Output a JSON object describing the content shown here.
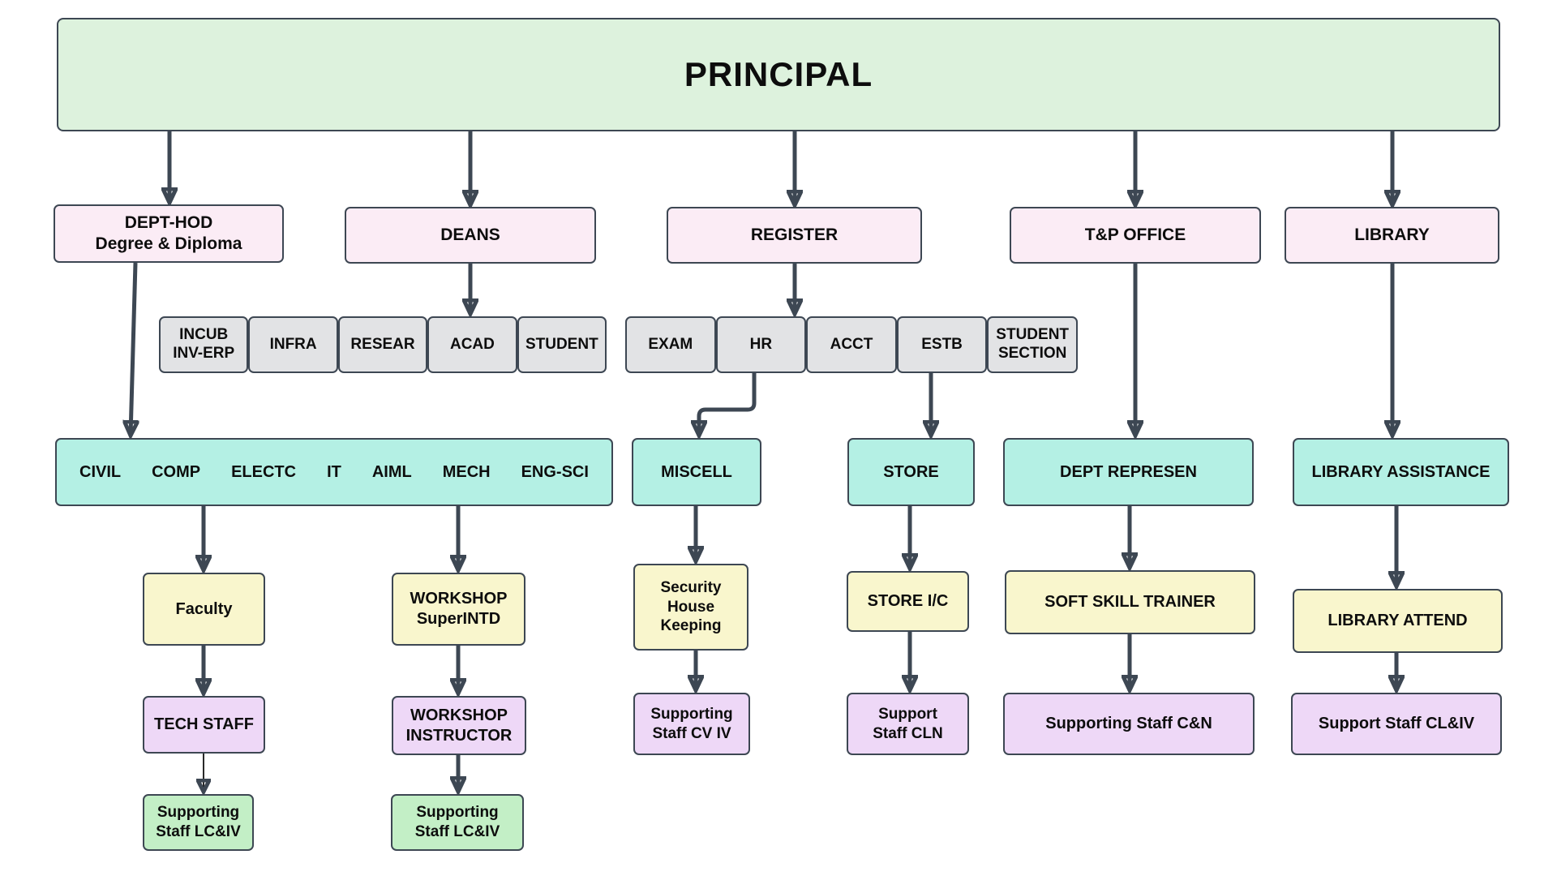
{
  "diagram": {
    "principal": {
      "label": "PRINCIPAL"
    },
    "level2": [
      {
        "label": "DEPT-HOD\nDegree & Diploma"
      },
      {
        "label": "DEANS"
      },
      {
        "label": "REGISTER"
      },
      {
        "label": "T&P OFFICE"
      },
      {
        "label": "LIBRARY"
      }
    ],
    "deans_sections": [
      "INCUB\nINV-ERP",
      "INFRA",
      "RESEAR",
      "ACAD",
      "STUDENT"
    ],
    "register_sections": [
      "EXAM",
      "HR",
      "ACCT",
      "ESTB",
      "STUDENT\nSECTION"
    ],
    "departments": [
      "CIVIL",
      "COMP",
      "ELECTC",
      "IT",
      "AIML",
      "MECH",
      "ENG-SCI"
    ],
    "units": [
      {
        "label": "MISCELL"
      },
      {
        "label": "STORE"
      },
      {
        "label": "DEPT REPRESEN"
      },
      {
        "label": "LIBRARY ASSISTANCE"
      }
    ],
    "roles": [
      {
        "label": "Faculty"
      },
      {
        "label": "WORKSHOP\nSuperINTD"
      },
      {
        "label": "Security\nHouse\nKeeping"
      },
      {
        "label": "STORE I/C"
      },
      {
        "label": "SOFT SKILL TRAINER"
      },
      {
        "label": "LIBRARY ATTEND"
      }
    ],
    "staff": [
      {
        "label": "TECH STAFF"
      },
      {
        "label": "WORKSHOP\nINSTRUCTOR"
      },
      {
        "label": "Supporting\nStaff CV IV"
      },
      {
        "label": "Support\nStaff CLN"
      },
      {
        "label": "Supporting Staff C&N"
      },
      {
        "label": "Support Staff CL&IV"
      }
    ],
    "support": [
      {
        "label": "Supporting\nStaff LC&IV"
      },
      {
        "label": "Supporting\nStaff LC&IV"
      }
    ]
  },
  "colors": {
    "principal": "#ddf2dd",
    "office": "#fbecf5",
    "section": "#e2e3e5",
    "unit": "#b4f0e4",
    "role": "#f9f6cd",
    "staff": "#eed8f7",
    "support": "#c3efc6",
    "stroke": "#3d4753"
  }
}
